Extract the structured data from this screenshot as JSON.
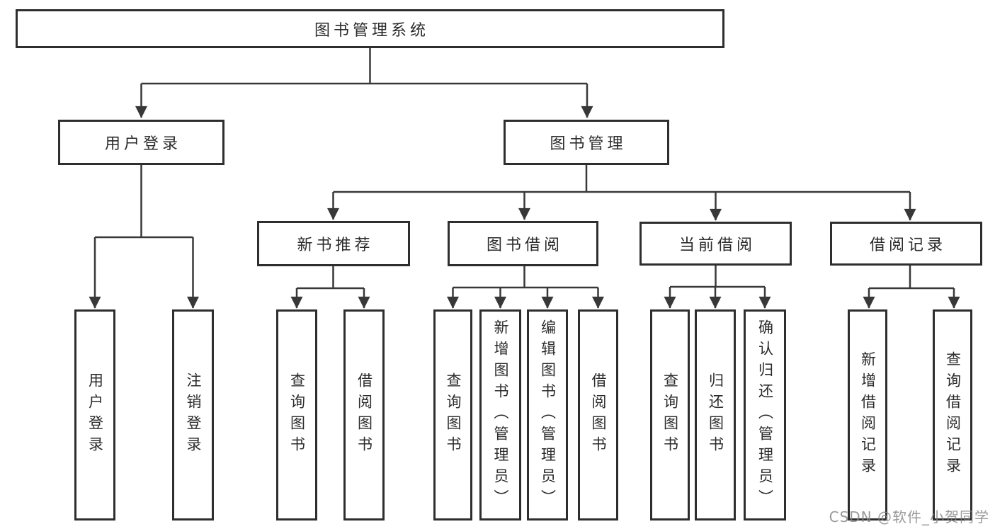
{
  "diagram_type": "hierarchy-tree",
  "tree": {
    "label": "图书管理系统",
    "children": [
      {
        "label": "用户登录",
        "children": [
          {
            "label": "用户登录"
          },
          {
            "label": "注销登录"
          }
        ]
      },
      {
        "label": "图书管理",
        "children": [
          {
            "label": "新书推荐",
            "children": [
              {
                "label": "查询图书"
              },
              {
                "label": "借阅图书"
              }
            ]
          },
          {
            "label": "图书借阅",
            "children": [
              {
                "label": "查询图书"
              },
              {
                "label": "新增图书（管理员）"
              },
              {
                "label": "编辑图书（管理员）"
              },
              {
                "label": "借阅图书"
              }
            ]
          },
          {
            "label": "当前借阅",
            "children": [
              {
                "label": "查询图书"
              },
              {
                "label": "归还图书"
              },
              {
                "label": "确认归还（管理员）"
              }
            ]
          },
          {
            "label": "借阅记录",
            "children": [
              {
                "label": "新增借阅记录"
              },
              {
                "label": "查询借阅记录"
              }
            ]
          }
        ]
      }
    ]
  },
  "watermark": {
    "text": "CSDN @软件_小贺同学"
  },
  "colors": {
    "background": "#ffffff",
    "line": "#383838",
    "box_border": "#2e2e2e",
    "text": "#2b2b2b",
    "watermark": "#828282"
  }
}
